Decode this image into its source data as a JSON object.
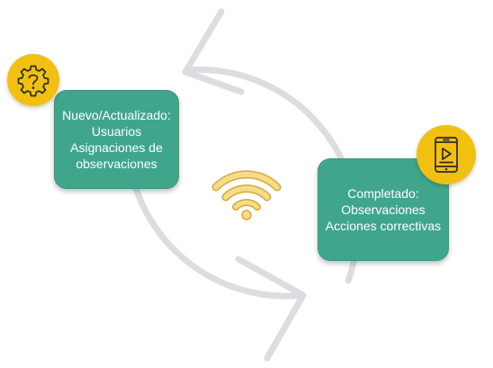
{
  "colors": {
    "box_fill": "#3fa68c",
    "badge_fill": "#f2c011",
    "icon_stroke": "#2b2b2b",
    "cycle_arrow": "#dcdde0",
    "wifi_fill": "#f4dc88",
    "wifi_edge": "#d9a838"
  },
  "boxes": [
    {
      "lines": [
        "Nuevo/Actualizado:",
        "Usuarios",
        "Asignaciones de",
        "observaciones"
      ],
      "icon": "gear-question-icon"
    },
    {
      "lines": [
        "Completado:",
        "Observaciones",
        "Acciones correctivas"
      ],
      "icon": "mobile-play-icon"
    }
  ],
  "center_icon": "wifi-signal-icon"
}
